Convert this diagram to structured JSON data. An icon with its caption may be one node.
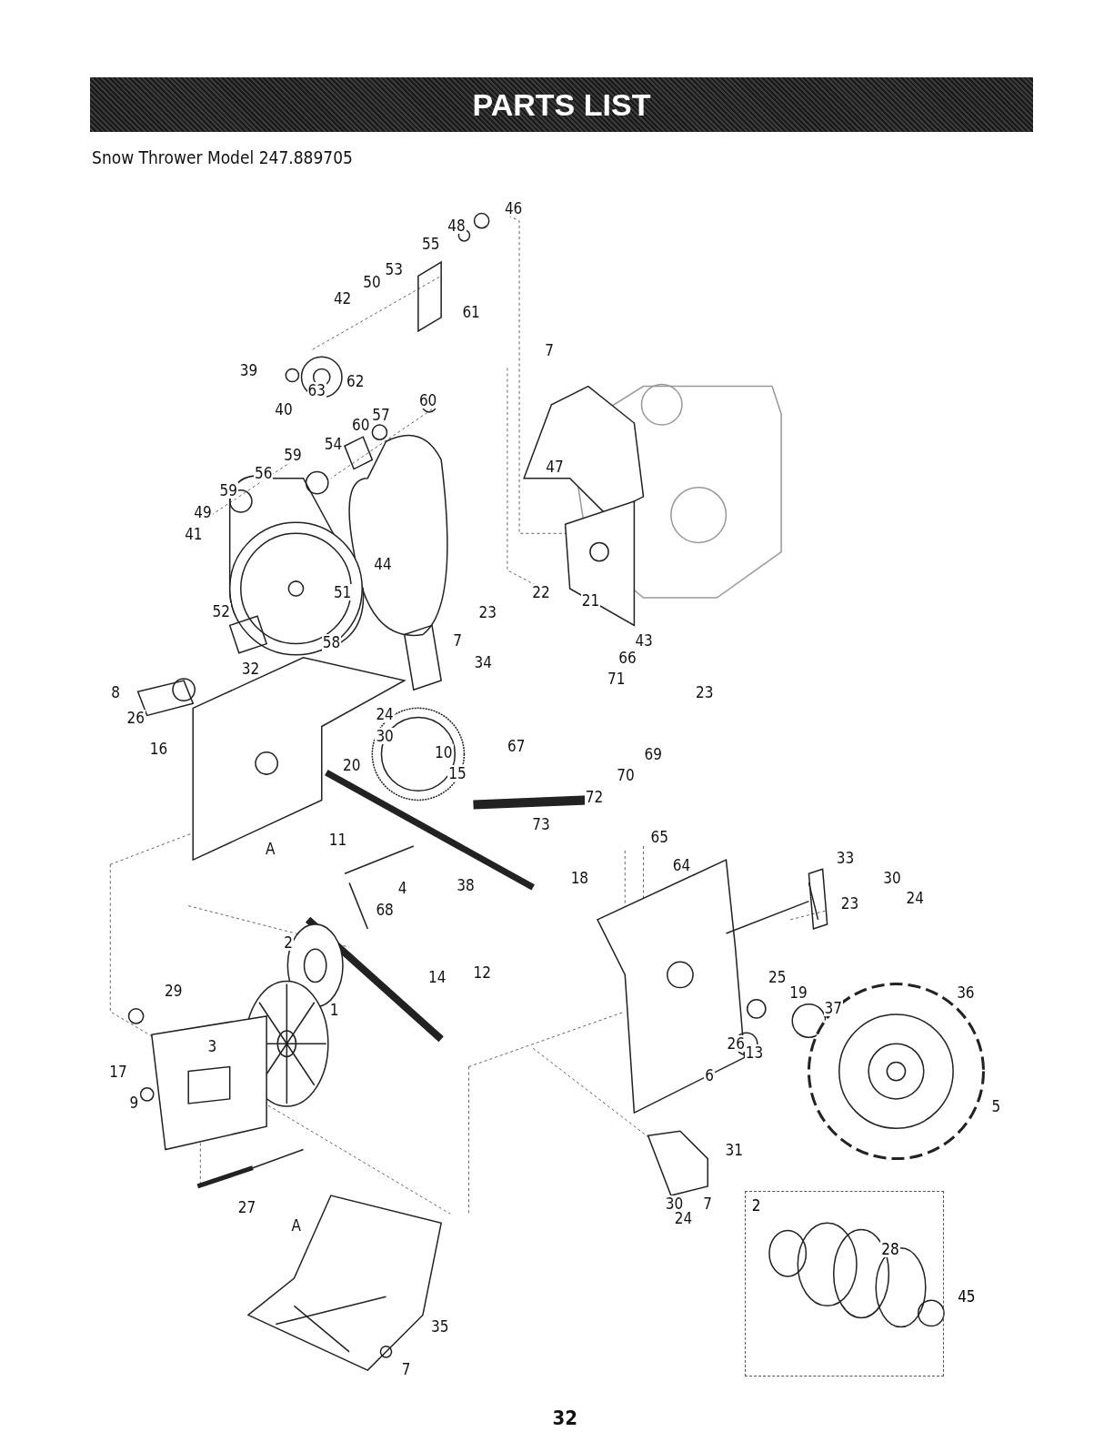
{
  "diagram": {
    "title": "PARTS LIST",
    "nodes": [
      {
        "text": [
          "2",
          "28",
          "45"
        ]
      }
    ],
    "edges": [],
    "labels": [
      "Snow Thrower Model 247.889705",
      "46",
      "48",
      "55",
      "53",
      "50",
      "42",
      "61",
      "7",
      "39",
      "62",
      "63",
      "40",
      "60",
      "57",
      "60",
      "54",
      "59",
      "56",
      "47",
      "59",
      "49",
      "41",
      "44",
      "51",
      "22",
      "21",
      "52",
      "23",
      "7",
      "58",
      "43",
      "34",
      "66",
      "32",
      "71",
      "23",
      "8",
      "24",
      "30",
      "26",
      "69",
      "10",
      "16",
      "67",
      "20",
      "15",
      "70",
      "72",
      "73",
      "11",
      "65",
      "A",
      "64",
      "33",
      "18",
      "30",
      "4",
      "38",
      "24",
      "23",
      "68",
      "2",
      "14",
      "12",
      "25",
      "36",
      "29",
      "19",
      "37",
      "1",
      "3",
      "26",
      "13",
      "17",
      "5",
      "9",
      "6",
      "31",
      "27",
      "A",
      "30",
      "7",
      "24",
      "35",
      "7",
      "32"
    ]
  }
}
